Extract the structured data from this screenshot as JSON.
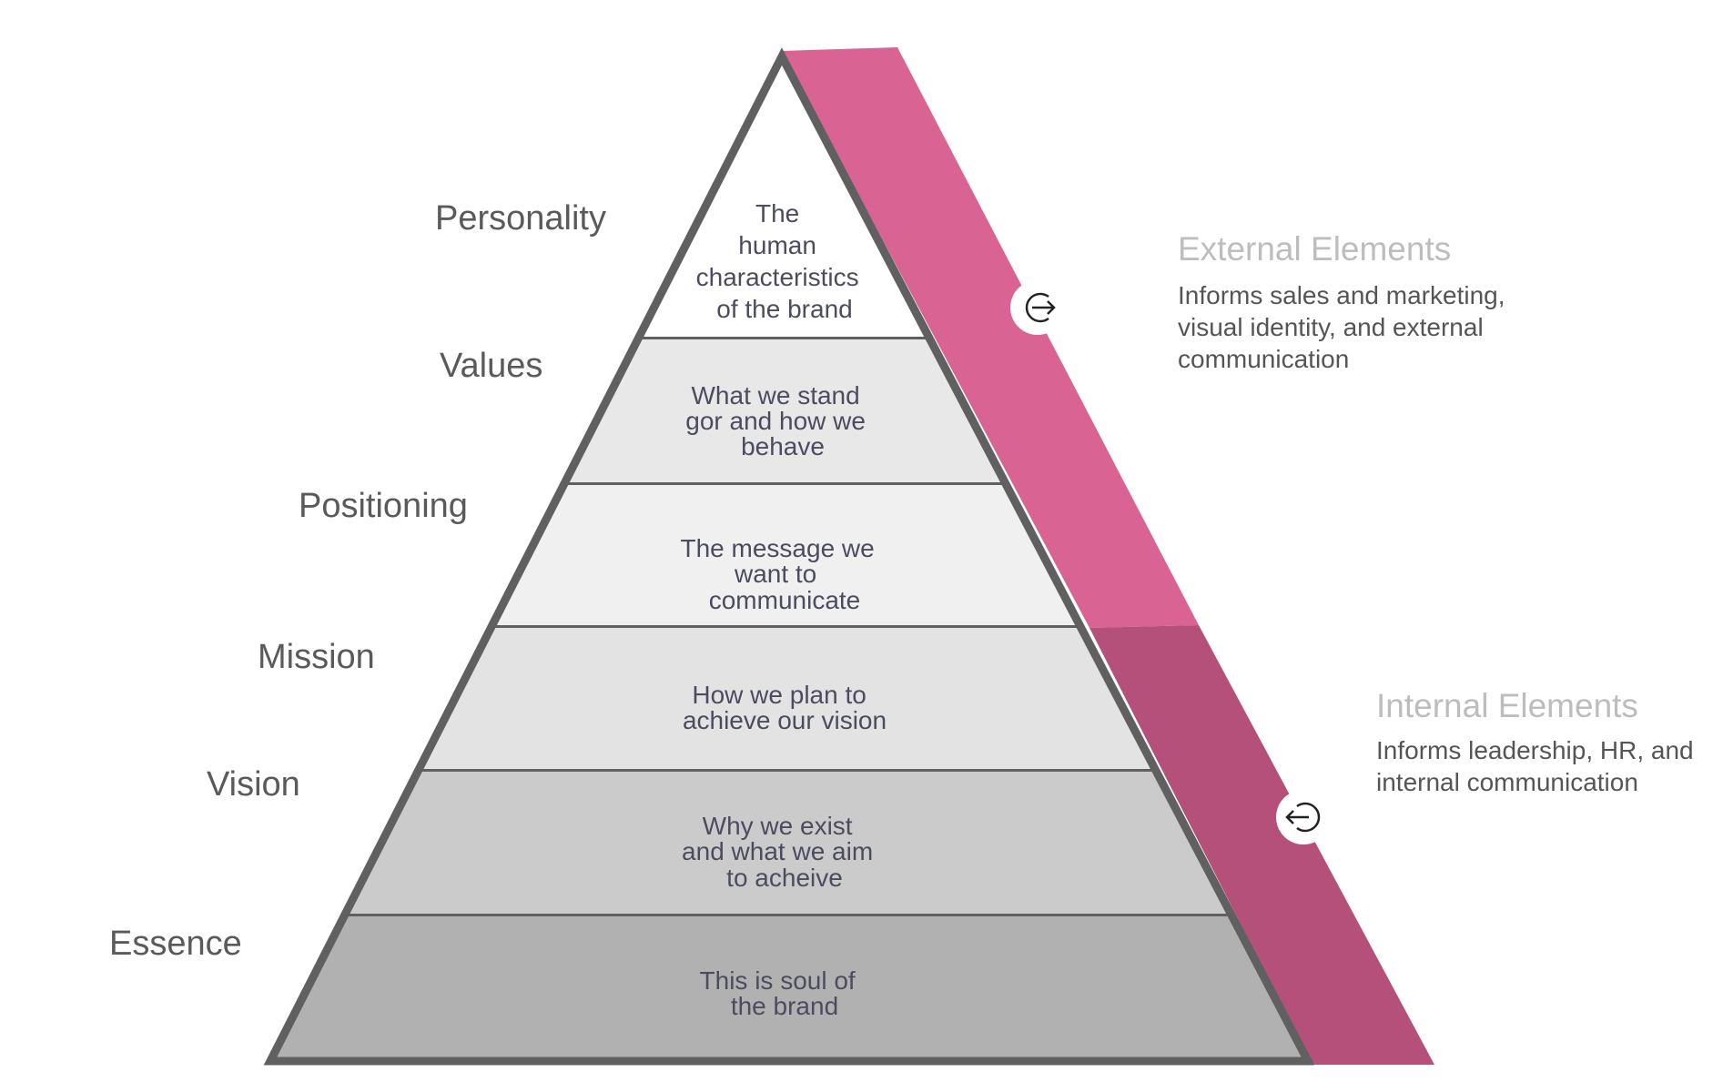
{
  "title": "Brand Pyramid",
  "colors": {
    "outline": "#606060",
    "external_band": "#d96393",
    "internal_band": "#b5507a",
    "layer_text": "#4c4c60",
    "side_label": "#5a5a5a",
    "annotation_title": "#bdbdbd",
    "annotation_body": "#555555"
  },
  "layers": [
    {
      "label": "Personality",
      "description": [
        "The",
        "human",
        "characteristics",
        "of the brand"
      ],
      "fill": "#ffffff"
    },
    {
      "label": "Values",
      "description": [
        "What we stand",
        "gor and how we",
        "behave"
      ],
      "fill": "#e8e8e8"
    },
    {
      "label": "Positioning",
      "description": [
        "The message we",
        "want to",
        "communicate"
      ],
      "fill": "#f0f0f0"
    },
    {
      "label": "Mission",
      "description": [
        "How we plan to",
        "achieve our vision"
      ],
      "fill": "#e3e3e3"
    },
    {
      "label": "Vision",
      "description": [
        "Why we exist",
        "and what we aim",
        "to acheive"
      ],
      "fill": "#cbcbcb"
    },
    {
      "label": "Essence",
      "description": [
        "This is soul of",
        "the brand"
      ],
      "fill": "#b1b1b1"
    }
  ],
  "annotations": {
    "external": {
      "title": "External Elements",
      "body": [
        "Informs sales and marketing,",
        "visual identity, and external",
        "communication"
      ],
      "icon": "exit-arrow-icon"
    },
    "internal": {
      "title": "Internal Elements",
      "body": [
        "Informs leadership, HR, and",
        "internal communication"
      ],
      "icon": "enter-arrow-icon"
    }
  }
}
